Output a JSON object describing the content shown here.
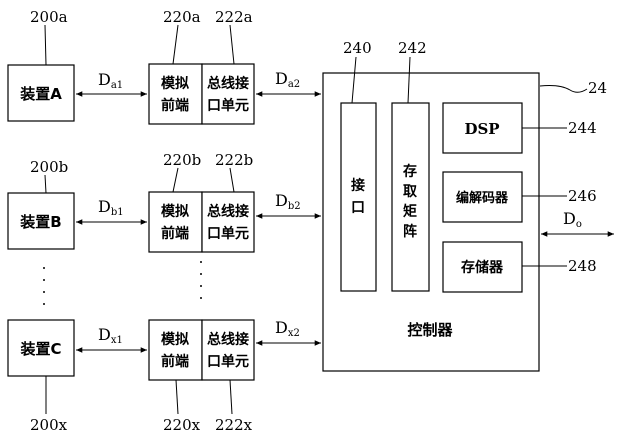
{
  "refs": {
    "device_a": "200a",
    "afe_a": "220a",
    "bus_a": "222a",
    "device_b": "200b",
    "afe_b": "220b",
    "bus_b": "222b",
    "device_c": "200x",
    "afe_c": "220x",
    "bus_c": "222x",
    "interface": "240",
    "access_matrix": "242",
    "controller": "24",
    "dsp": "244",
    "codec": "246",
    "memory": "248"
  },
  "devices": {
    "a": "装置A",
    "b": "装置B",
    "c": "装置C"
  },
  "afe": {
    "line1": "模拟",
    "line2": "前端"
  },
  "bus": {
    "line1": "总线接",
    "line2": "口单元"
  },
  "signals": {
    "da1": {
      "base": "D",
      "sub": "a1"
    },
    "da2": {
      "base": "D",
      "sub": "a2"
    },
    "db1": {
      "base": "D",
      "sub": "b1"
    },
    "db2": {
      "base": "D",
      "sub": "b2"
    },
    "dx1": {
      "base": "D",
      "sub": "x1"
    },
    "dx2": {
      "base": "D",
      "sub": "x2"
    },
    "do": {
      "base": "D",
      "sub": "o"
    }
  },
  "controller": {
    "label": "控制器",
    "interface": {
      "c1": "接",
      "c2": "口"
    },
    "access_matrix": {
      "c1": "存",
      "c2": "取",
      "c3": "矩",
      "c4": "阵"
    },
    "dsp": "DSP",
    "codec": "编解码器",
    "memory": "存储器"
  }
}
